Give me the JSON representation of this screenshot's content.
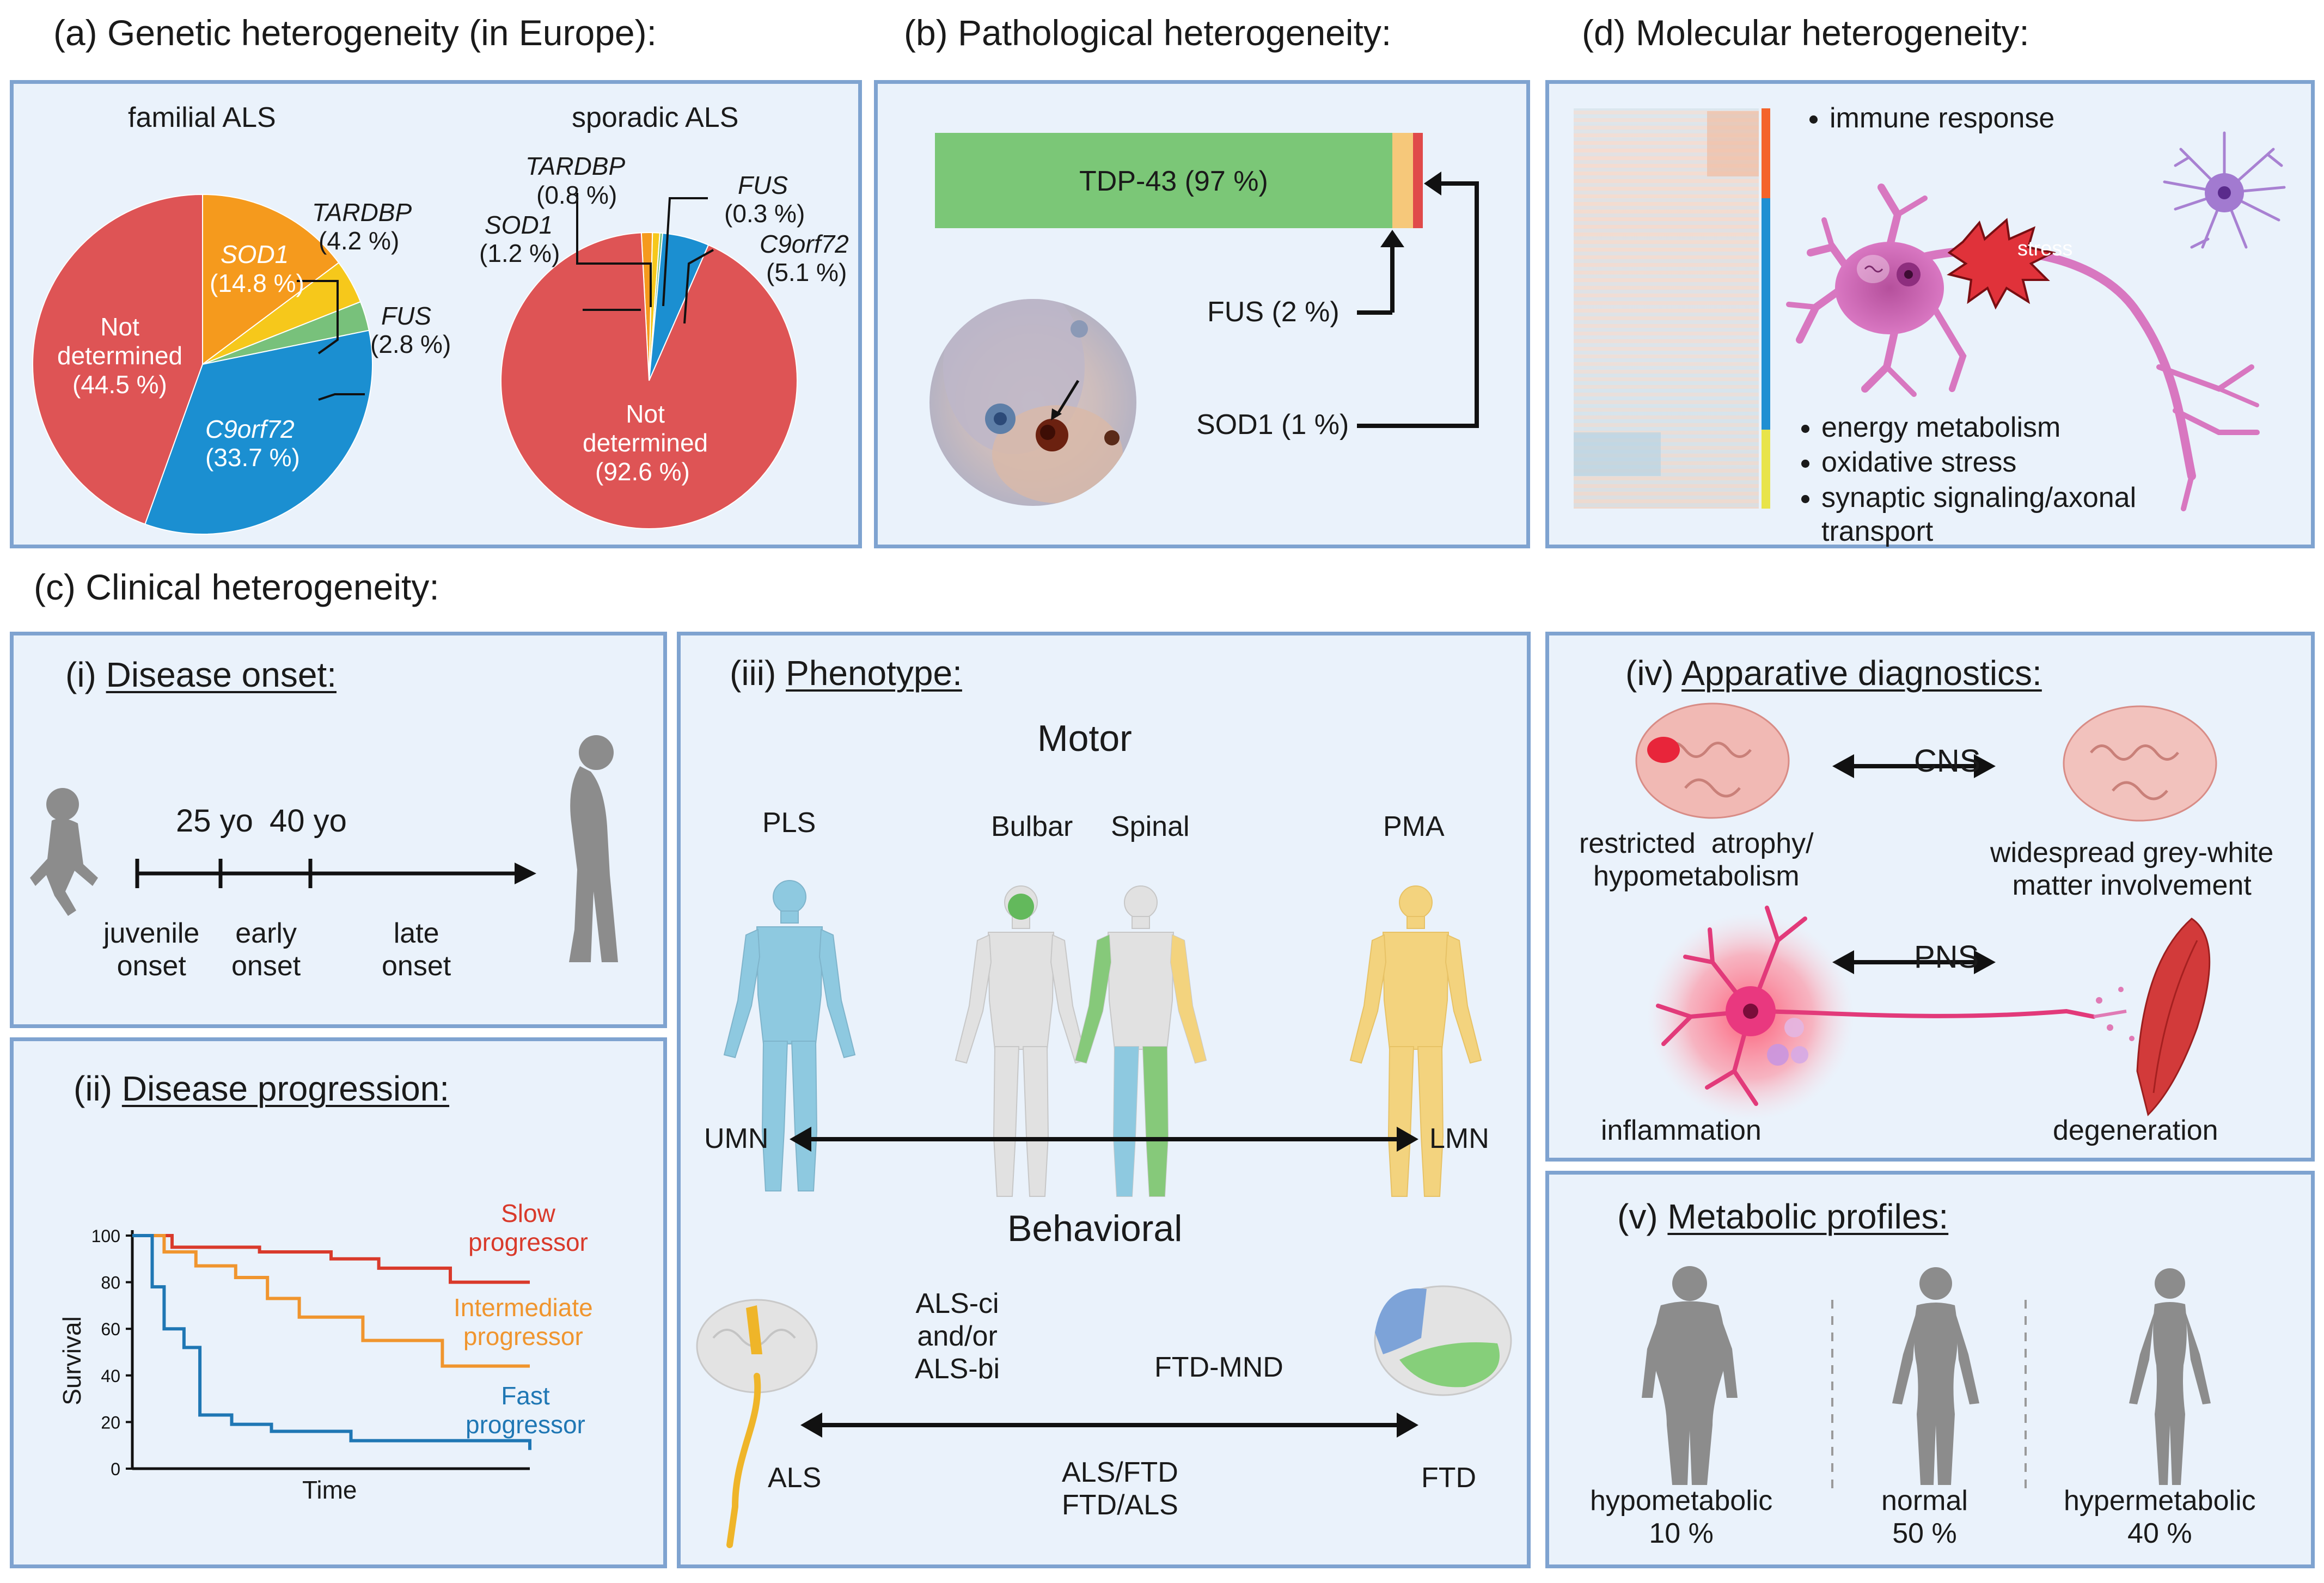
{
  "titles": {
    "a": "(a) Genetic heterogeneity (in Europe):",
    "b": "(b) Pathological heterogeneity:",
    "c": "(c) Clinical heterogeneity:",
    "d": "(d) Molecular heterogeneity:"
  },
  "panel_a": {
    "familial_title": "familial ALS",
    "sporadic_title": "sporadic ALS",
    "familial_labels": {
      "not_det_name": "Not\ndetermined",
      "not_det_val": "(44.5 %)",
      "sod1_name": "SOD1",
      "sod1_val": "(14.8 %)",
      "tardbp_name": "TARDBP",
      "tardbp_val": "(4.2 %)",
      "fus_name": "FUS",
      "fus_val": "(2.8 %)",
      "c9_name": "C9orf72",
      "c9_val": "(33.7 %)"
    },
    "sporadic_labels": {
      "tardbp_name": "TARDBP",
      "tardbp_val": "(0.8 %)",
      "sod1_name": "SOD1",
      "sod1_val": "(1.2 %)",
      "fus_name": "FUS",
      "fus_val": "(0.3 %)",
      "c9_name": "C9orf72",
      "c9_val": "(5.1 %)",
      "not_det_name": "Not\ndetermined",
      "not_det_val": "(92.6 %)"
    }
  },
  "panel_b": {
    "bar_label": "TDP-43 (97 %)",
    "fus_label": "FUS (2 %)",
    "sod1_label": "SOD1 (1 %)"
  },
  "panel_d": {
    "bullets_top": [
      "immune response"
    ],
    "bullets_bottom": [
      "energy metabolism",
      "oxidative stress",
      "synaptic signaling/axonal\ntransport"
    ],
    "stress_label": "stress"
  },
  "panel_ci": {
    "heading_prefix": "(i) ",
    "heading": "Disease onset:",
    "age1": "25 yo",
    "age2": "40 yo",
    "onset1": "juvenile\nonset",
    "onset2": "early\nonset",
    "onset3": "late\nonset"
  },
  "panel_cii": {
    "heading_prefix": "(ii) ",
    "heading": "Disease progression:",
    "ylabel": "Survival",
    "xlabel": "Time",
    "yticks": [
      "100",
      "80",
      "60",
      "40",
      "20",
      "0"
    ],
    "series_slow": "Slow\nprogressor",
    "series_inter": "Intermediate\nprogressor",
    "series_fast": "Fast\nprogressor"
  },
  "chart_data": {
    "type": "line",
    "xlabel": "Time",
    "ylabel": "Survival",
    "ylim": [
      0,
      100
    ],
    "yticks": [
      0,
      20,
      40,
      60,
      80,
      100
    ],
    "series": [
      {
        "name": "Slow progressor",
        "color": "#d93a2b",
        "x": [
          0,
          10,
          32,
          50,
          62,
          80,
          100
        ],
        "y": [
          100,
          95,
          93,
          90,
          86,
          80,
          80
        ]
      },
      {
        "name": "Intermediate progressor",
        "color": "#f0952e",
        "x": [
          0,
          8,
          16,
          26,
          34,
          42,
          58,
          78,
          100
        ],
        "y": [
          100,
          93,
          87,
          82,
          73,
          65,
          55,
          44,
          44
        ]
      },
      {
        "name": "Fast progressor",
        "color": "#1f77b4",
        "x": [
          0,
          5,
          8,
          13,
          17,
          25,
          35,
          55,
          100
        ],
        "y": [
          100,
          78,
          60,
          52,
          23,
          19,
          16,
          12,
          8
        ]
      }
    ]
  },
  "panel_ciii": {
    "heading_prefix": "(iii) ",
    "heading": "Phenotype:",
    "motor": "Motor",
    "behavioral": "Behavioral",
    "pls": "PLS",
    "bulbar": "Bulbar",
    "spinal": "Spinal",
    "pma": "PMA",
    "umn": "UMN",
    "lmn": "LMN",
    "als_ci": "ALS-ci\nand/or\nALS-bi",
    "ftd_mnd": "FTD-MND",
    "als": "ALS",
    "ftd": "FTD",
    "als_ftd": "ALS/FTD\nFTD/ALS"
  },
  "panel_civ": {
    "heading_prefix": "(iv) ",
    "heading": "Apparative diagnostics:",
    "cns": "CNS",
    "pns": "PNS",
    "restricted": "restricted  atrophy/\nhypometabolism",
    "widespread": "widespread grey-white\nmatter involvement",
    "inflammation": "inflammation",
    "degeneration": "degeneration"
  },
  "panel_cv": {
    "heading_prefix": "(v) ",
    "heading": "Metabolic profiles:",
    "p1": "hypometabolic\n10 %",
    "p2": "normal\n50 %",
    "p3": "hypermetabolic\n40 %"
  },
  "colors": {
    "panel_bg": "#eaf2fb",
    "panel_border": "#7fa3d0",
    "pie_red": "#de5455",
    "pie_orange": "#f59a1d",
    "pie_yellow": "#f6c81b",
    "pie_green": "#78c17b",
    "pie_blue": "#1b8fd1",
    "tdp43_green": "#7bc777",
    "umn_blue": "#8ec9e0",
    "lmn_yellow": "#f3d37e"
  }
}
